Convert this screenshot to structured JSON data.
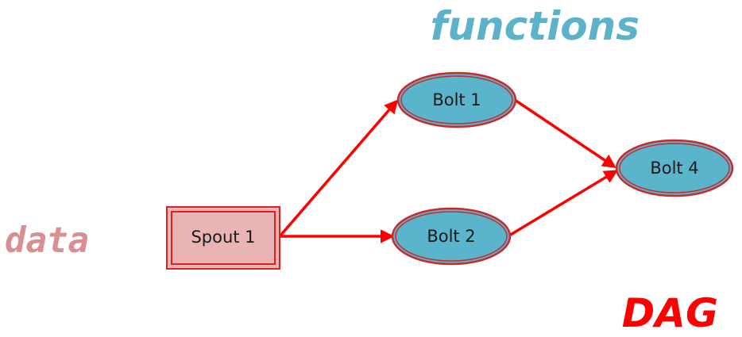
{
  "labels": {
    "functions": "functions",
    "data": "data",
    "dag": "DAG"
  },
  "nodes": {
    "spout1": "Spout 1",
    "bolt1": "Bolt 1",
    "bolt2": "Bolt 2",
    "bolt4": "Bolt 4"
  },
  "colors": {
    "functions_text": "#5cb3c9",
    "data_text": "#d98f92",
    "dag_text": "#ff0000",
    "edge": "#ff0000",
    "bolt_fill": "#5ab4cc",
    "bolt_stroke": "#cc2a2a",
    "spout_fill": "#e8b4b4",
    "spout_stroke": "#e02020"
  }
}
